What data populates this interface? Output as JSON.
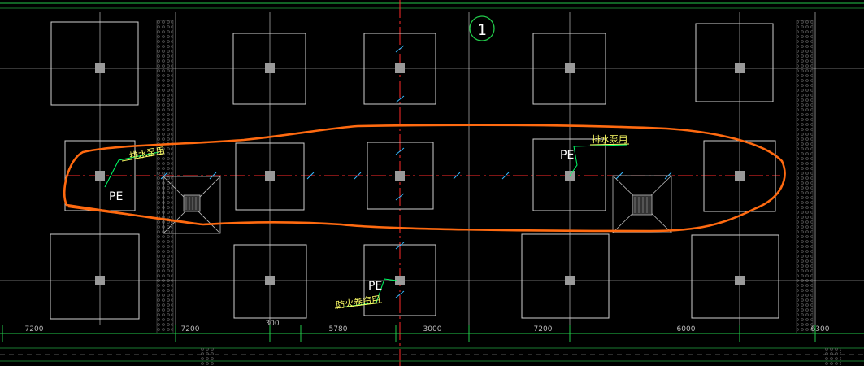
{
  "axis_bubble": "1",
  "annotations": {
    "pe_left": "PE",
    "pe_right": "PE",
    "pe_bottom": "PE",
    "pump_left": "排水泵用",
    "pump_right": "排水泵用",
    "fire_bottom": "防火卷帘用"
  },
  "dimensions": [
    "7200",
    "7200",
    "300",
    "5780",
    "3000",
    "7200",
    "6000",
    "6300"
  ],
  "colors": {
    "background": "#000000",
    "grid": "#ffffff",
    "axis": "#ff2a2a",
    "dimension": "#22c94a",
    "markup": "#ff6a10",
    "annotation": "#ffff66",
    "leader": "#00ff66",
    "wall_hatch": "#555555",
    "column": "#9a9a9a"
  }
}
